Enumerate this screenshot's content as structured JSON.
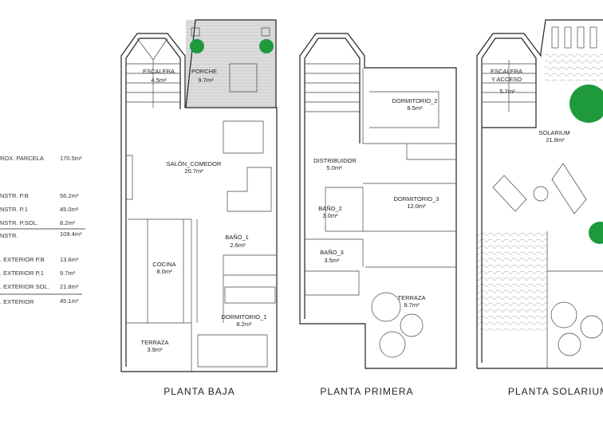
{
  "summary_table": {
    "rows": [
      {
        "label": "ROX.  PARCELA",
        "value": "170.5m²"
      },
      {
        "label": "NSTR.  P.B",
        "value": "56.2m²"
      },
      {
        "label": "NSTR.  P.1",
        "value": "45.0m²"
      },
      {
        "label": "NSTR.  P.SOL.",
        "value": "8.2m²"
      },
      {
        "label": "NSTR.",
        "value": "109.4m²"
      },
      {
        "label": ".  EXTERIOR  P.B",
        "value": "13.6m²"
      },
      {
        "label": ".  EXTERIOR  P.1",
        "value": "9.7m²"
      },
      {
        "label": ".  EXTERIOR  SOL.",
        "value": "21.8m²"
      },
      {
        "label": ".  EXTERIOR",
        "value": "45.1m²"
      }
    ]
  },
  "plans": {
    "baja": {
      "title": "PLANTA  BAJA",
      "rooms": [
        {
          "name": "ESCALERA",
          "area": "4.5m²"
        },
        {
          "name": "PORCHE",
          "area": "9.7m²"
        },
        {
          "name": "SALÓN_COMEDOR",
          "area": "20.7m²"
        },
        {
          "name": "BAÑO_1",
          "area": "2.6m²"
        },
        {
          "name": "COCINA",
          "area": "8.0m²"
        },
        {
          "name": "DORMITORIO_1",
          "area": "8.2m²"
        },
        {
          "name": "TERRAZA",
          "area": "3.9m²"
        }
      ]
    },
    "primera": {
      "title": "PLANTA  PRIMERA",
      "rooms": [
        {
          "name": "DORMITORIO_2",
          "area": "8.5m²"
        },
        {
          "name": "DISTRIBUIDOR",
          "area": "5.0m²"
        },
        {
          "name": "DORMITORIO_3",
          "area": "12.0m²"
        },
        {
          "name": "BAÑO_2",
          "area": "3.0m²"
        },
        {
          "name": "BAÑO_3",
          "area": "3.5m²"
        },
        {
          "name": "TERRAZA",
          "area": "9.7m²"
        }
      ]
    },
    "solarium": {
      "title": "PLANTA  SOLARIUM",
      "rooms": [
        {
          "name": "ESCALERA",
          "name2": "Y  ACCESO",
          "area": "5.7m²"
        },
        {
          "name": "SOLARIUM",
          "area": "21.8m²"
        }
      ]
    }
  },
  "colors": {
    "walls": "#222222",
    "porch_hatch": "#d6d6d6",
    "plants": "#1e9a3c"
  }
}
